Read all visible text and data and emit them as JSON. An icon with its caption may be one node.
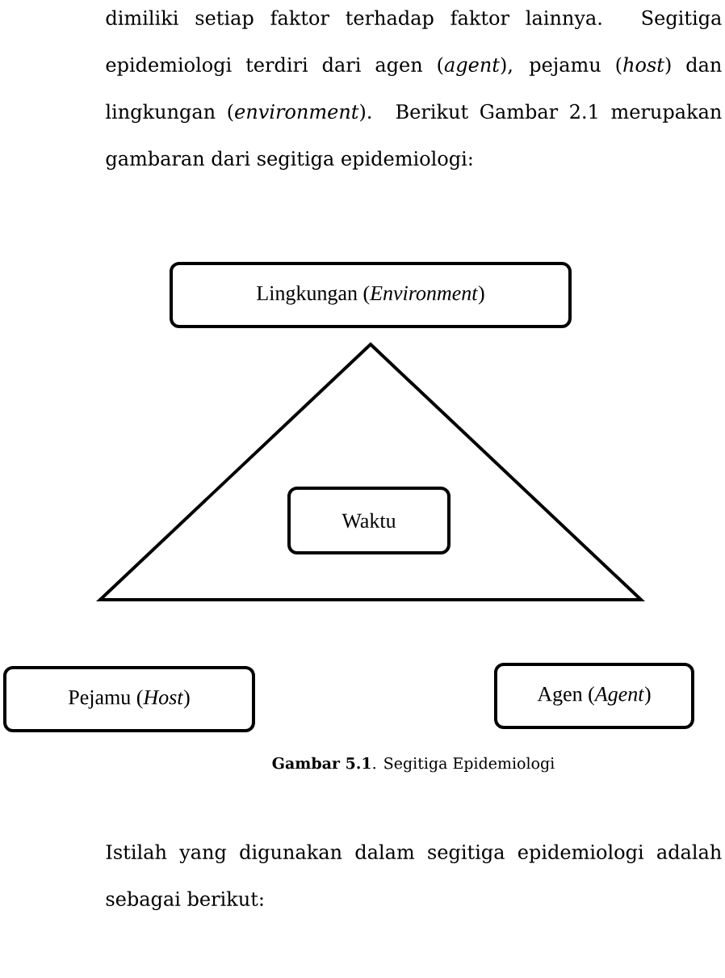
{
  "diagram": {
    "caption": "**Gambar 5.1**. Segitiga Epidemiologi",
    "nodes": [
      {
        "text": [
          "Lingkungan (*Environment*)"
        ]
      },
      {
        "text": [],
        "shape": "triangle"
      },
      {
        "text": [
          "Waktu"
        ],
        "in": 1
      },
      {
        "text": [
          "Pejamu (*Host*)"
        ]
      },
      {
        "text": [
          "Agen (*Agent*)"
        ]
      }
    ],
    "labels": [
      "dimiliki setiap faktor terhadap faktor lainnya. Segitiga epidemiologi terdiri dari agen (*agent*), pejamu (*host*) dan lingkungan (*environment*). Berikut Gambar 2.1 merupakan gambaran dari segitiga epidemiologi:",
      "Istilah yang digunakan dalam segitiga epidemiologi adalah sebagai berikut:"
    ]
  }
}
